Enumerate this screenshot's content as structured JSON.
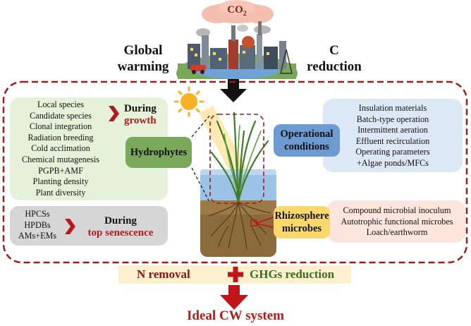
{
  "co2": {
    "text": "CO",
    "sub": "2"
  },
  "top": {
    "left_line1": "Global",
    "left_line2": "warming",
    "right_line1": "C",
    "right_line2": "reduction"
  },
  "growth": {
    "items": [
      "Local  species",
      "Candidate species",
      "Clonal integration",
      "Radiation breeding",
      "Cold acclimation",
      "Chemical mutagenesis",
      "PGPB+AMF",
      "Planting density",
      "Plant diversity"
    ],
    "label_line1": "During",
    "label_line2": "growth"
  },
  "senescence": {
    "items": [
      "HPCSs",
      "HPDBs",
      "AMs+EMs"
    ],
    "label_line1": "During",
    "label_line2": "top senescence"
  },
  "hydrophytes": {
    "label": "Hydrophytes"
  },
  "operational": {
    "label_line1": "Operational",
    "label_line2": "conditions",
    "items": [
      "Insulation materials",
      "Batch-type operation",
      "Intermittent aeration",
      "Effluent recirculation",
      "Operating parameters",
      "+Algae ponds/MFCs"
    ]
  },
  "rhizosphere": {
    "label_line1": "Rhizosphere",
    "label_line2": "microbes",
    "items": [
      "Compound microbial inoculum",
      "Autotrophic functional microbes",
      "Loach/earthworm"
    ]
  },
  "bottom": {
    "n_removal": "N removal",
    "ghg": "GHGs reduction",
    "ideal": "Ideal CW system"
  },
  "colors": {
    "dashed_border": "#a01c1c",
    "growth_bg": "#e6f1d9",
    "senescence_bg": "#d6d6d6",
    "hydrophytes_bg": "#7aa95b",
    "operational_label_bg": "#6d9bd1",
    "operational_bg": "#dde8f6",
    "rhizosphere_label_bg": "#f8d86a",
    "rhizosphere_bg": "#fbe5dc",
    "bottom_bar_bg": "#fdf0cf",
    "arrow_red": "#c0161a",
    "text_red": "#b31b1b"
  }
}
